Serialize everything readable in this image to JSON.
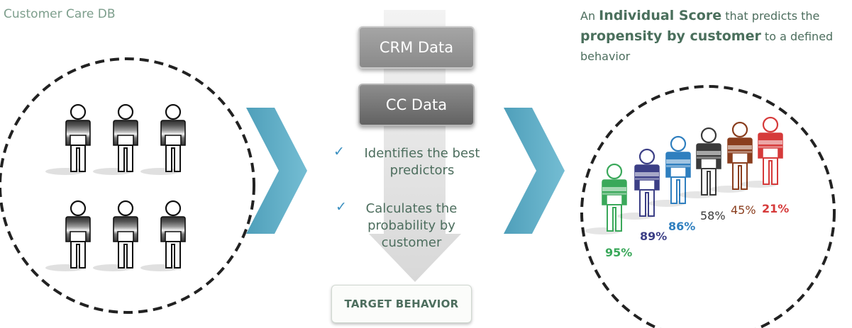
{
  "left": {
    "title": "Customer Care DB"
  },
  "right": {
    "title_parts": {
      "p1": "An ",
      "b1": "Individual Score",
      "p2": " that predicts the ",
      "b2": "propensity by customer",
      "p3": " to a defined behavior"
    }
  },
  "center": {
    "crm_label": "CRM Data",
    "cc_label": "CC Data",
    "bullets": [
      {
        "check": "✓",
        "lines": [
          "Identifies the best",
          "predictors"
        ]
      },
      {
        "check": "✓",
        "lines": [
          "Calculates the",
          "probability by",
          "customer"
        ]
      }
    ],
    "target_label": "TARGET BEHAVIOR"
  },
  "scores": [
    {
      "value": "95%",
      "color": "#3aa85a"
    },
    {
      "value": "89%",
      "color": "#3c3f86"
    },
    {
      "value": "86%",
      "color": "#2f7fbf"
    },
    {
      "value": "58%",
      "color": "#3a3a3a"
    },
    {
      "value": "45%",
      "color": "#8a3e1e"
    },
    {
      "value": "21%",
      "color": "#d63a3a"
    }
  ],
  "colors": {
    "chevron": "#62aec6",
    "text_green": "#4d6e5e",
    "check_blue": "#3a8fc0",
    "arrow_gray": "#e2e2e2"
  }
}
